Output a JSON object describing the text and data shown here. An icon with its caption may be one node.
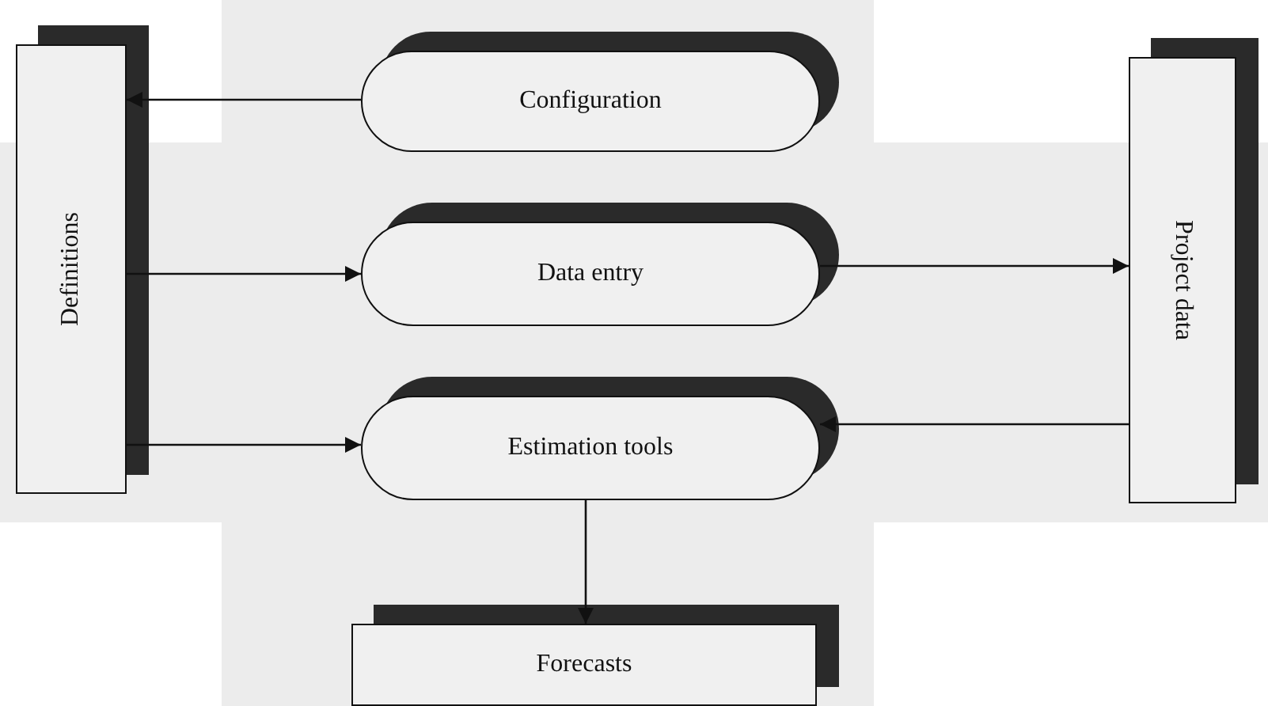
{
  "diagram": {
    "nodes": [
      {
        "text": [
          "Definitions"
        ]
      },
      {
        "text": [
          "Configuration"
        ]
      },
      {
        "text": [
          "Data entry"
        ]
      },
      {
        "text": [
          "Estimation tools"
        ]
      },
      {
        "text": [
          "Project data"
        ]
      },
      {
        "text": [
          "Forecasts"
        ]
      }
    ],
    "edges": [
      {
        "from": 1,
        "to": 0,
        "arrow": "to"
      },
      {
        "from": 0,
        "to": 2,
        "arrow": "to"
      },
      {
        "from": 0,
        "to": 3,
        "arrow": "to"
      },
      {
        "from": 2,
        "to": 4,
        "arrow": "to"
      },
      {
        "from": 4,
        "to": 3,
        "arrow": "to"
      },
      {
        "from": 3,
        "to": 5,
        "arrow": "to"
      }
    ]
  }
}
